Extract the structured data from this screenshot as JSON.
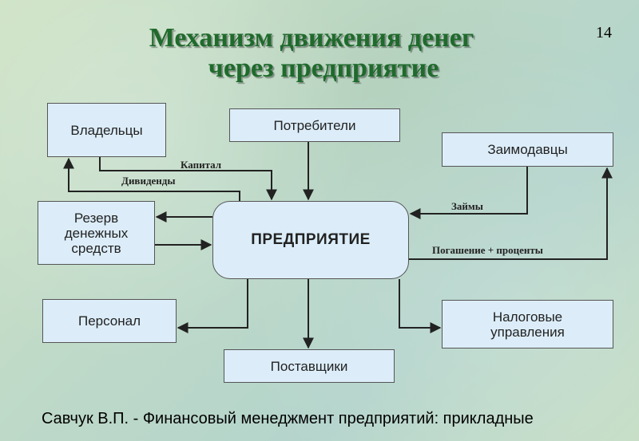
{
  "title": {
    "line1": "Механизм движения денег",
    "line2": "через предприятие"
  },
  "page_number": "14",
  "nodes": {
    "owners": "Владельцы",
    "consumers": "Потребители",
    "lenders": "Заимодавцы",
    "reserve": "Резерв денежных средств",
    "enterprise": "ПРЕДПРИЯТИЕ",
    "personnel": "Персонал",
    "tax": "Налоговые управления",
    "suppliers": "Поставщики"
  },
  "edges": {
    "capital": "Капитал",
    "dividends": "Дивиденды",
    "loans": "Займы",
    "repayment": "Погашение + проценты"
  },
  "footer": "Савчук В.П. - Финансовый менеджмент предприятий: прикладные"
}
